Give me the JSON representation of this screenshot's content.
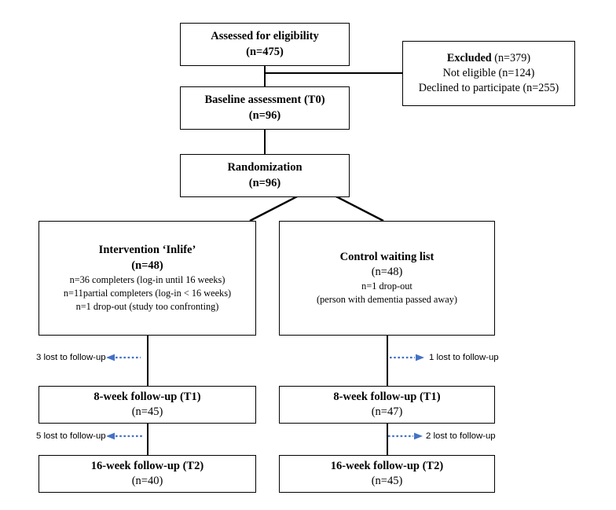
{
  "diagram": {
    "title": "CONSORT participant flow diagram",
    "colors": {
      "box_border": "#000000",
      "connector": "#000000",
      "arrow_blue": "#4472C4",
      "background": "#FFFFFF",
      "text": "#000000"
    }
  },
  "boxes": {
    "assessed": {
      "title": "Assessed for eligibility",
      "n": "(n=475)"
    },
    "excluded": {
      "title_bold": "Excluded",
      "title_n": " (n=379)",
      "reasons": [
        "Not eligible (n=124)",
        "Declined to participate (n=255)"
      ]
    },
    "baseline": {
      "title": "Baseline assessment (T0)",
      "n": "(n=96)"
    },
    "randomization": {
      "title": "Randomization",
      "n": "(n=96)"
    },
    "intervention": {
      "title": "Intervention ‘Inlife’",
      "n": "(n=48)",
      "details": [
        "n=36 completers (log-in until 16 weeks)",
        "n=11partial completers (log-in < 16 weeks)",
        "n=1 drop-out (study too confronting)"
      ]
    },
    "control": {
      "title": "Control waiting list",
      "n": "(n=48)",
      "details": [
        "n=1 drop-out",
        "(person with dementia passed away)"
      ]
    },
    "t1_left": {
      "title": "8-week follow-up (T1)",
      "n": "(n=45)"
    },
    "t1_right": {
      "title": "8-week follow-up (T1)",
      "n": "(n=47)"
    },
    "t2_left": {
      "title": "16-week follow-up (T2)",
      "n": "(n=40)"
    },
    "t2_right": {
      "title": "16-week follow-up (T2)",
      "n": "(n=45)"
    }
  },
  "attrition": {
    "left_t1": "3 lost to follow-up",
    "right_t1": "1 lost to follow-up",
    "left_t2": "5  lost to follow-up",
    "right_t2": "2 lost to follow-up"
  }
}
